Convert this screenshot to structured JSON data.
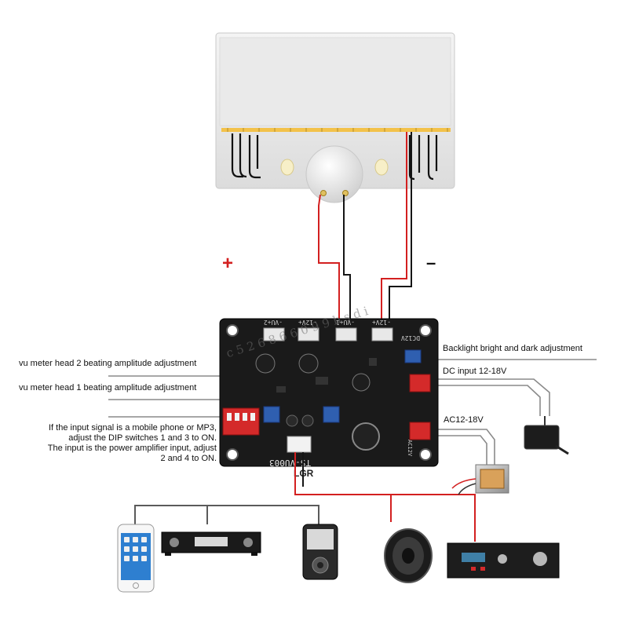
{
  "signs": {
    "plus": "+",
    "minus": "–"
  },
  "watermark": "c 5 2 6 8 6 6 0 9 9 b s d i",
  "colors": {
    "red_wire": "#d32020",
    "black_wire": "#151515",
    "grey_line": "#8a8a8a",
    "board": "#1a1a1a",
    "header": "#e8e8e8"
  },
  "board": {
    "model": "TS-VU003",
    "connectors": [
      "-VU+2",
      "-12V+",
      "-VU+1",
      "-12V+"
    ],
    "terminal_top": "DC12V",
    "terminal_bottom": "AC12V",
    "input_label": "LGR"
  },
  "labels": {
    "backlight": "Backlight bright and dark adjustment",
    "dc_input": "DC input 12-18V",
    "ac_input": "AC12-18V",
    "vu2": "vu meter head 2 beating amplitude adjustment",
    "vu1": "vu meter head 1 beating amplitude adjustment",
    "dip": "If the input signal is a mobile phone or MP3,\nadjust the DIP switches 1 and 3 to ON.\nThe input is the power amplifier input, adjust\n2 and 4 to ON."
  },
  "icons": {
    "meter": "vu-meter-icon",
    "adapter": "power-adapter-icon",
    "transformer": "transformer-icon",
    "phone": "phone-icon",
    "player": "cd-player-icon",
    "mp3": "mp3-player-icon",
    "speaker": "speaker-icon",
    "amplifier": "amplifier-icon"
  }
}
